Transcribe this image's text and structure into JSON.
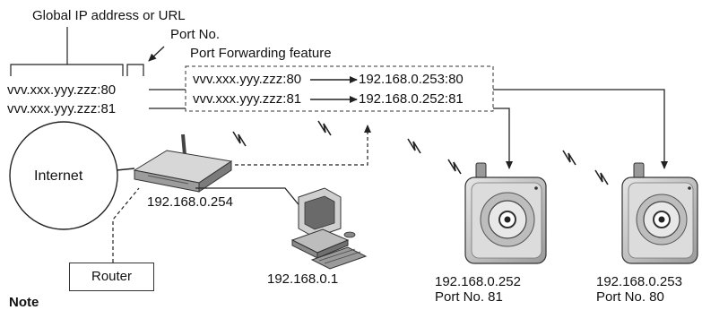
{
  "labels": {
    "global_ip_title": "Global IP address or URL",
    "port_no_title": "Port No.",
    "port_forwarding_title": "Port Forwarding feature",
    "url_port80_prefix": "vvv.xxx.yyy.zzz:",
    "url_port80_port": "80",
    "url_port81_prefix": "vvv.xxx.yyy.zzz:",
    "url_port81_port": "81",
    "forward_rule_1_from": "vvv.xxx.yyy.zzz:80",
    "forward_rule_1_to": "192.168.0.253:80",
    "forward_rule_2_from": "vvv.xxx.yyy.zzz:81",
    "forward_rule_2_to": "192.168.0.252:81",
    "internet": "Internet",
    "router_ip": "192.168.0.254",
    "router": "Router",
    "pc_ip": "192.168.0.1",
    "camera1_ip": "192.168.0.252",
    "camera1_port": "Port No. 81",
    "camera2_ip": "192.168.0.253",
    "camera2_port": "Port No. 80",
    "note": "Note"
  },
  "icons": [
    "router-icon",
    "pc-icon",
    "camera-icon",
    "wireless-signal-icon"
  ],
  "colors": {
    "line": "#222222",
    "device_fill": "#cfcfcf",
    "device_shadow": "#8a8a8a"
  }
}
